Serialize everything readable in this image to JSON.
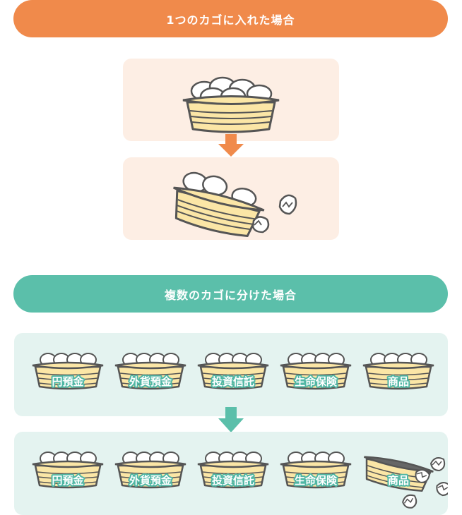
{
  "colors": {
    "orange": "#f08a4b",
    "teal": "#5bbfaa",
    "single_panel_bg": "#fdeee4",
    "multi_panel_bg": "#e4f3f0",
    "basket": "#fbe6a6",
    "outline": "#555555",
    "egg": "#ffffff"
  },
  "single": {
    "title": "1つのカゴに入れた場合"
  },
  "multi": {
    "title": "複数のカゴに分けた場合",
    "baskets": [
      "円預金",
      "外貨預金",
      "投資信託",
      "生命保険",
      "商品"
    ]
  },
  "icons": {
    "arrow": "down-arrow-icon",
    "basket": "egg-basket-icon",
    "broken": "broken-eggshell-icon"
  }
}
